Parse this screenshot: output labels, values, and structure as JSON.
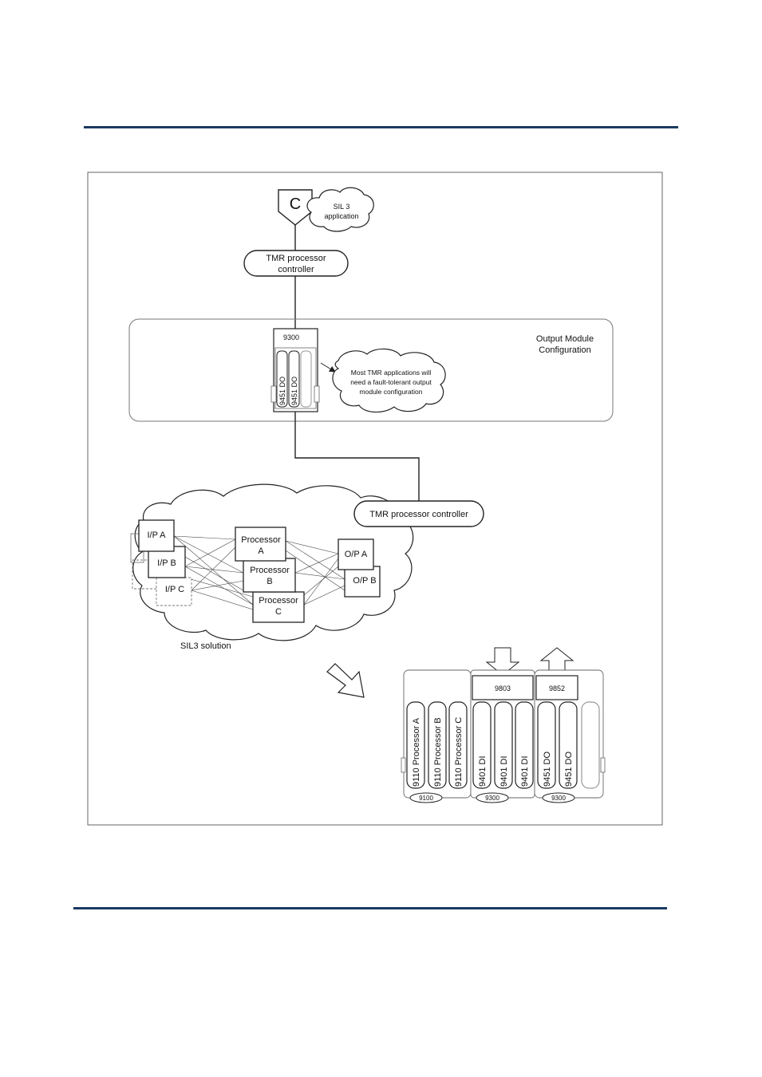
{
  "connector": {
    "letter": "C",
    "note": [
      "SIL 3",
      "application"
    ]
  },
  "top_controller": [
    "TMR processor",
    "controller"
  ],
  "output_config": {
    "title": [
      "Output Module",
      "Configuration"
    ],
    "chassis": "9300",
    "modules": [
      "9451 DO",
      "9451 DO"
    ],
    "note": [
      "Most TMR applications will",
      "need a fault-tolerant output",
      "module configuration"
    ]
  },
  "mid_controller": "TMR processor controller",
  "sil3": {
    "inputs": [
      "I/P A",
      "I/P B",
      "I/P C"
    ],
    "processors": [
      [
        "Processor",
        "A"
      ],
      [
        "Processor",
        "B"
      ],
      [
        "Processor",
        "C"
      ]
    ],
    "outputs": [
      "O/P A",
      "O/P B"
    ],
    "label": "SIL3 solution"
  },
  "rack": {
    "terminal_a": "9803",
    "terminal_b": "9852",
    "modules": [
      "9110 Processor A",
      "9110 Processor B",
      "9110 Processor C",
      "9401 DI",
      "9401 DI",
      "9401 DI",
      "9451 DO",
      "9451 DO"
    ],
    "bases": [
      "9100",
      "9300",
      "9300"
    ]
  }
}
